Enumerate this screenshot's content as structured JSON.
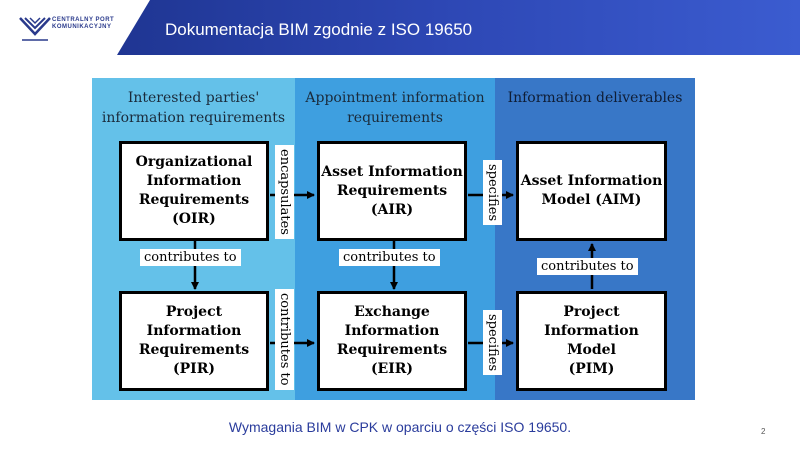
{
  "header": {
    "logo_lines": [
      "CENTRALNY PORT",
      "KOMUNIKACYJNY"
    ],
    "title": "Dokumentacja BIM zgodnie z ISO 19650"
  },
  "diagram": {
    "columns": [
      {
        "header": "Interested parties'\ninformation requirements",
        "color": "#64c1e9"
      },
      {
        "header": "Appointment information\nrequirements",
        "color": "#3e9fe0"
      },
      {
        "header": "Information deliverables",
        "color": "#3877c7"
      }
    ],
    "boxes": {
      "oir": "Organizational\nInformation\nRequirements\n(OIR)",
      "air": "Asset Information\nRequirements\n(AIR)",
      "aim": "Asset Information\nModel (AIM)",
      "pir": "Project\nInformation\nRequirements\n(PIR)",
      "eir": "Exchange\nInformation\nRequirements\n(EIR)",
      "pim": "Project\nInformation Model\n(PIM)"
    },
    "labels": {
      "encapsulates": "encapsulates",
      "specifies_top": "specifies",
      "contributes_oir_pir": "contributes to",
      "contributes_air_eir": "contributes to",
      "contributes_pim_aim": "contributes to",
      "contributes_pir_eir": "contributes to",
      "specifies_bottom": "specifies"
    }
  },
  "caption": "Wymagania BIM w CPK w oparciu o części ISO 19650.",
  "page_number": "2"
}
